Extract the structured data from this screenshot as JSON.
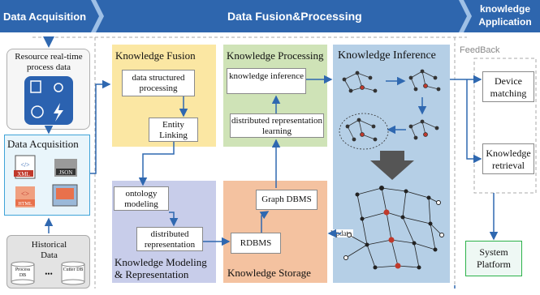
{
  "header": {
    "left": "Data Acquisition",
    "middle": "Data Fusion&Processing",
    "right": "knowledge Application"
  },
  "left": {
    "resource_label": "Resource real-time process data",
    "acquisition_title": "Data Acquisition",
    "file_icons": [
      "XML",
      "JSON",
      "HTML"
    ],
    "historical_label": "Historical Data",
    "db_left": "Process DB",
    "db_dots": "•••",
    "db_right": "Cutter DB"
  },
  "fusion": {
    "title": "Knowledge Fusion",
    "box1": "data structured processing",
    "box2": "Entity Linking"
  },
  "processing": {
    "title": "Knowledge Processing",
    "box1": "knowledge inference",
    "box2": "distributed representation learning"
  },
  "inference": {
    "title": "Knowledge Inference"
  },
  "modeling": {
    "title": "Knowledge Modeling & Representation",
    "box1": "ontology modeling",
    "box2": "distributed representation"
  },
  "storage": {
    "title": "Knowledge Storage",
    "box1": "Graph DBMS",
    "box2": "RDBMS",
    "update_label": "Update"
  },
  "application": {
    "feedback": "FeedBack",
    "box1": "Device matching",
    "box2": "Knowledge retrieval",
    "platform": "System Platform"
  },
  "colors": {
    "header": "#2e66ae",
    "fusion_bg": "#fbe7a3",
    "processing_bg": "#cfe3b7",
    "inference_bg": "#b5cfe6",
    "modeling_bg": "#c8cdea",
    "storage_bg": "#f4c2a0",
    "arrow": "#2f68b0",
    "platform_border": "#2db24a"
  }
}
